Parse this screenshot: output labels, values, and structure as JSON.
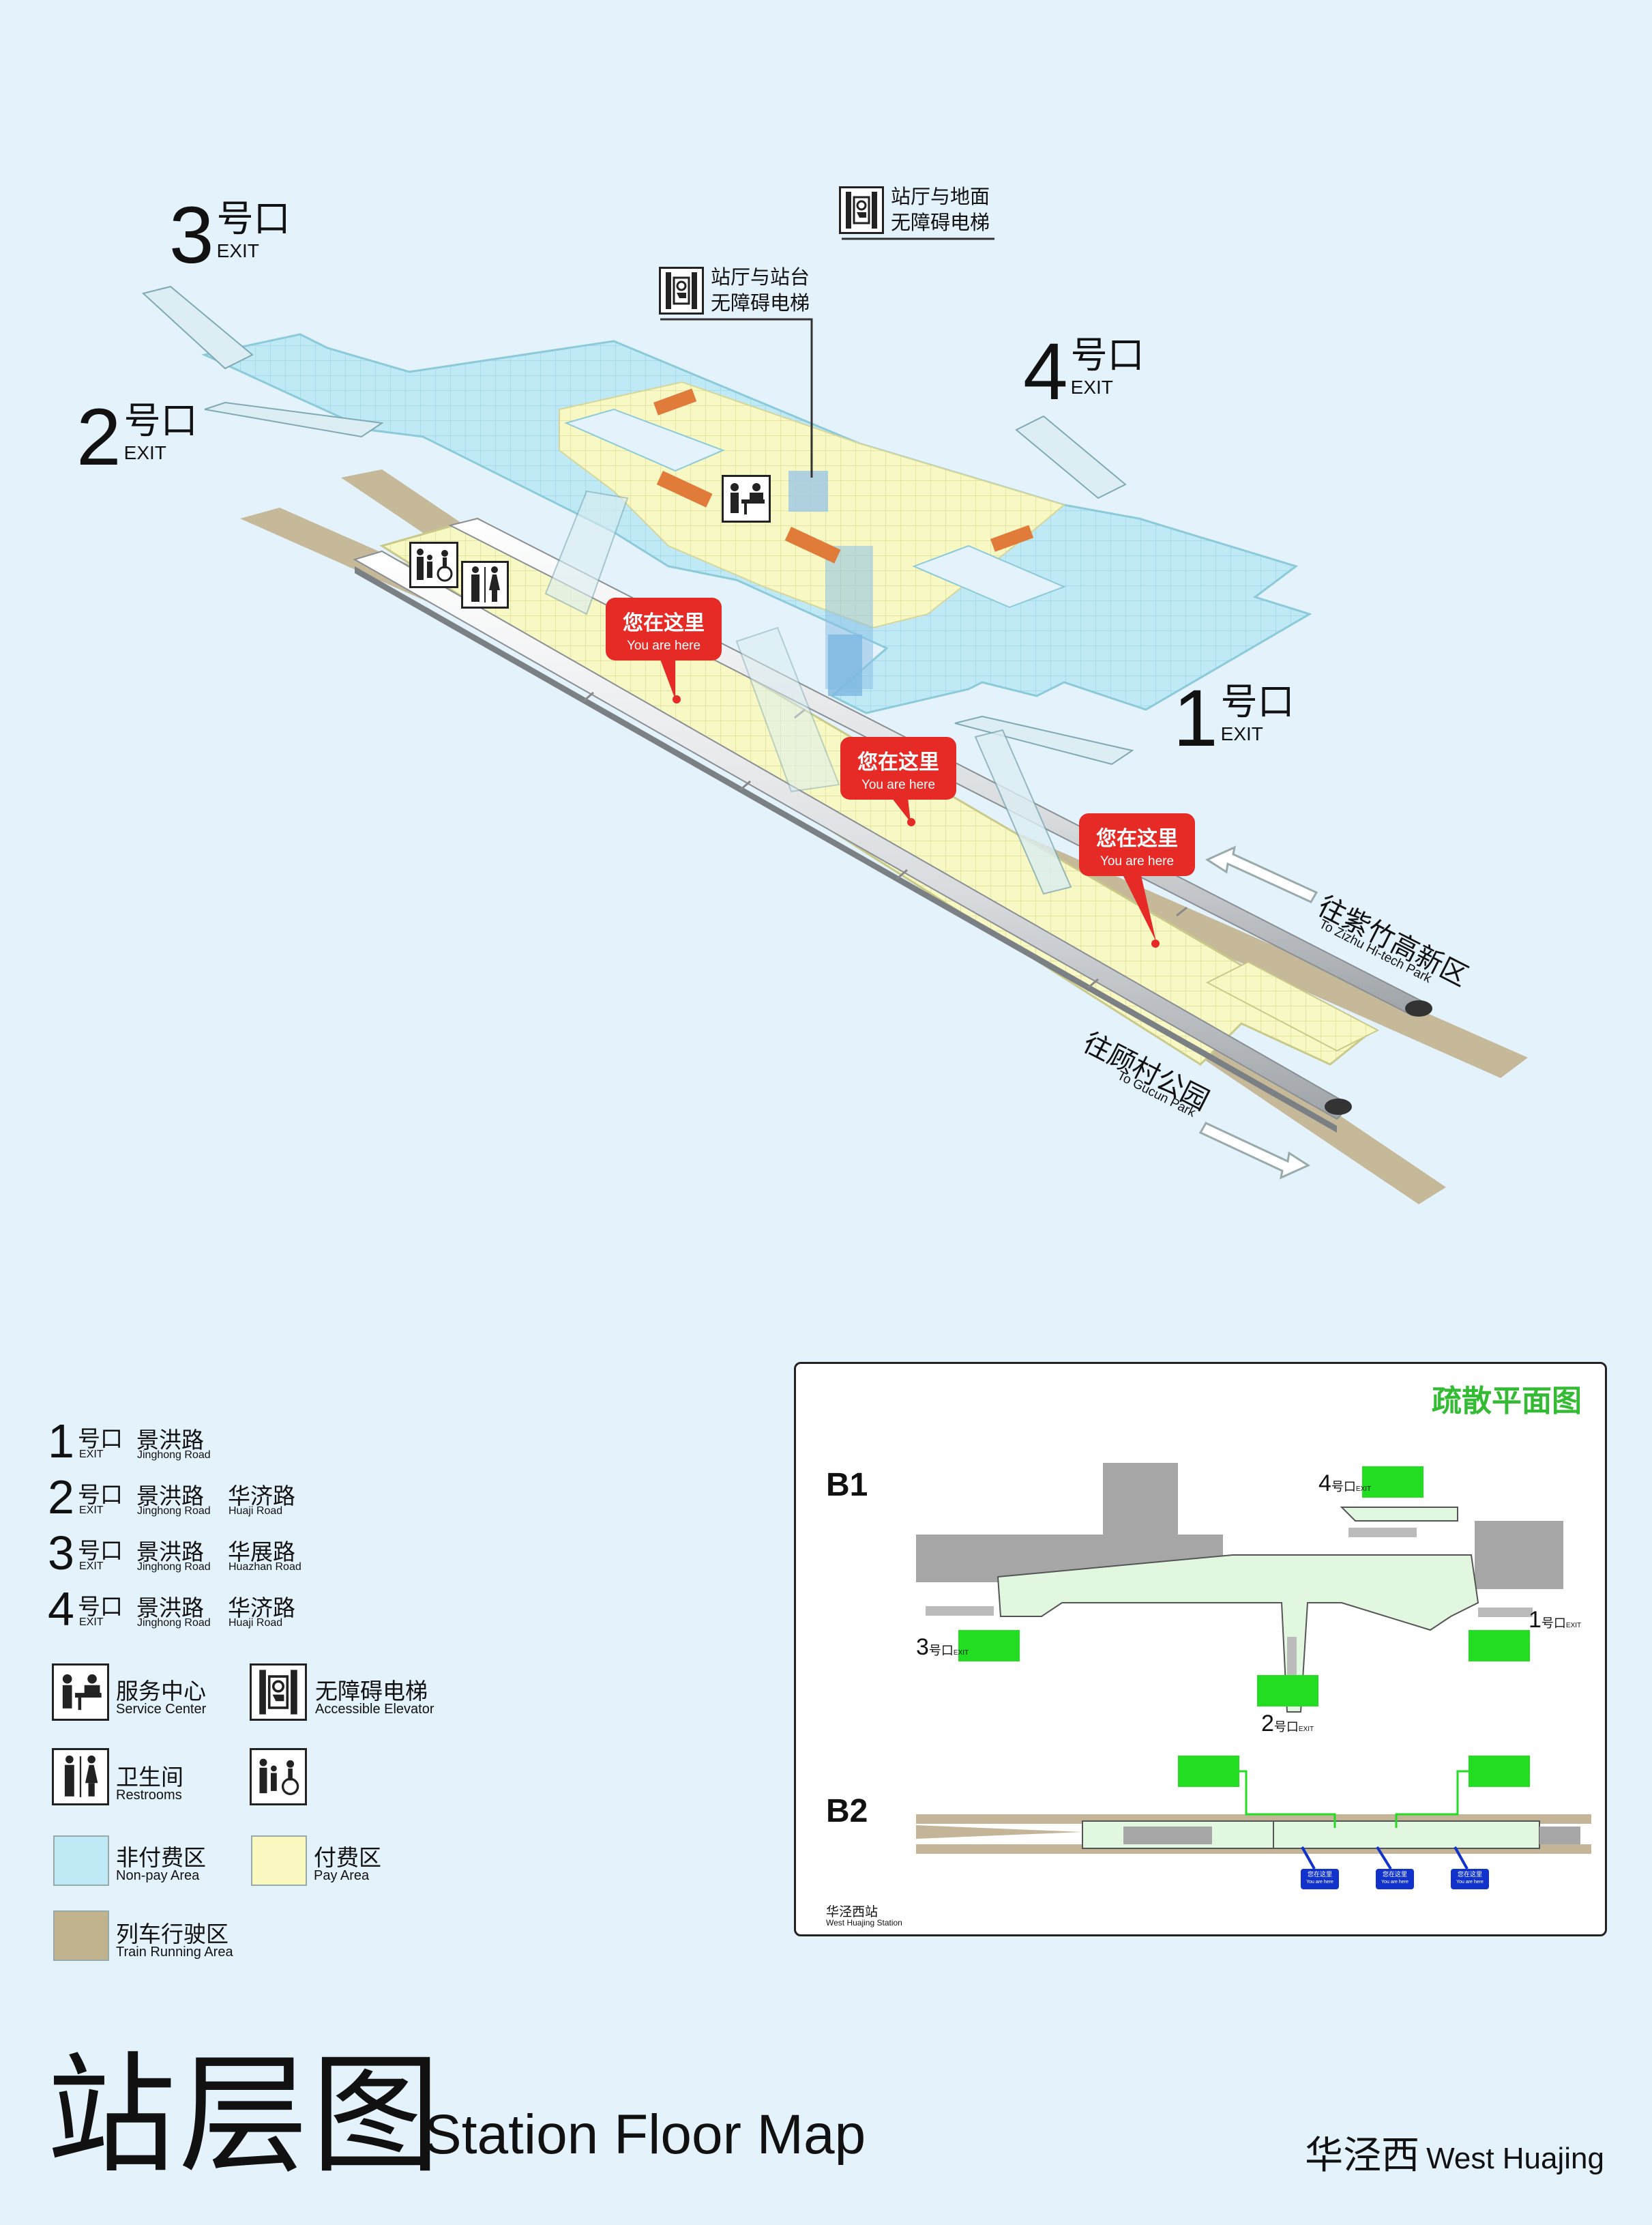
{
  "exits": {
    "exit1": {
      "num": "1",
      "zh": "号口",
      "en": "EXIT"
    },
    "exit2": {
      "num": "2",
      "zh": "号口",
      "en": "EXIT"
    },
    "exit3": {
      "num": "3",
      "zh": "号口",
      "en": "EXIT"
    },
    "exit4": {
      "num": "4",
      "zh": "号口",
      "en": "EXIT"
    }
  },
  "callouts": {
    "platform_elevator": {
      "line1": "站厅与站台",
      "line2": "无障碍电梯"
    },
    "ground_elevator": {
      "line1": "站厅与地面",
      "line2": "无障碍电梯"
    }
  },
  "you_are_here": {
    "zh": "您在这里",
    "en": "You are here"
  },
  "directions": {
    "zizhu": {
      "zh": "往紫竹高新区",
      "en": "To Zizhu Hi-tech Park"
    },
    "gucun": {
      "zh": "往顾村公园",
      "en": "To Gucun Park"
    }
  },
  "legend": {
    "exits": [
      {
        "num": "1",
        "zh": "号口",
        "en": "EXIT",
        "road1_zh": "景洪路",
        "road1_en": "Jinghong Road",
        "road2_zh": "",
        "road2_en": ""
      },
      {
        "num": "2",
        "zh": "号口",
        "en": "EXIT",
        "road1_zh": "景洪路",
        "road1_en": "Jinghong Road",
        "road2_zh": "华济路",
        "road2_en": "Huaji Road"
      },
      {
        "num": "3",
        "zh": "号口",
        "en": "EXIT",
        "road1_zh": "景洪路",
        "road1_en": "Jinghong Road",
        "road2_zh": "华展路",
        "road2_en": "Huazhan Road"
      },
      {
        "num": "4",
        "zh": "号口",
        "en": "EXIT",
        "road1_zh": "景洪路",
        "road1_en": "Jinghong Road",
        "road2_zh": "华济路",
        "road2_en": "Huaji Road"
      }
    ],
    "service_center": {
      "zh": "服务中心",
      "en": "Service Center"
    },
    "accessible_elevator": {
      "zh": "无障碍电梯",
      "en": "Accessible Elevator"
    },
    "restrooms": {
      "zh": "卫生间",
      "en": "Restrooms"
    },
    "non_pay": {
      "zh": "非付费区",
      "en": "Non-pay Area",
      "color": "#bfeaf5"
    },
    "pay": {
      "zh": "付费区",
      "en": "Pay Area",
      "color": "#f8f8c0"
    },
    "track": {
      "zh": "列车行驶区",
      "en": "Train Running Area",
      "color": "#c2b38f"
    }
  },
  "evacuation": {
    "title": "疏散平面图",
    "level_b1": "B1",
    "level_b2": "B2",
    "exit_labels": [
      {
        "num": "4",
        "zh": "号口",
        "en": "EXIT"
      },
      {
        "num": "3",
        "zh": "号口",
        "en": "EXIT"
      },
      {
        "num": "1",
        "zh": "号口",
        "en": "EXIT"
      },
      {
        "num": "2",
        "zh": "号口",
        "en": "EXIT"
      }
    ],
    "you_are_here_zh": "您在这里",
    "you_are_here_en": "You are here",
    "station_zh": "华泾西站",
    "station_en": "West Huajing Station",
    "colors": {
      "green": "#22dd22",
      "blue": "#1133cc",
      "floor": "#e2f7e0",
      "wall": "#a6a6a6",
      "track": "#c4b498"
    }
  },
  "title": {
    "zh": "站层图",
    "en": "Station Floor Map"
  },
  "station": {
    "zh": "华泾西",
    "en": "West Huajing"
  }
}
